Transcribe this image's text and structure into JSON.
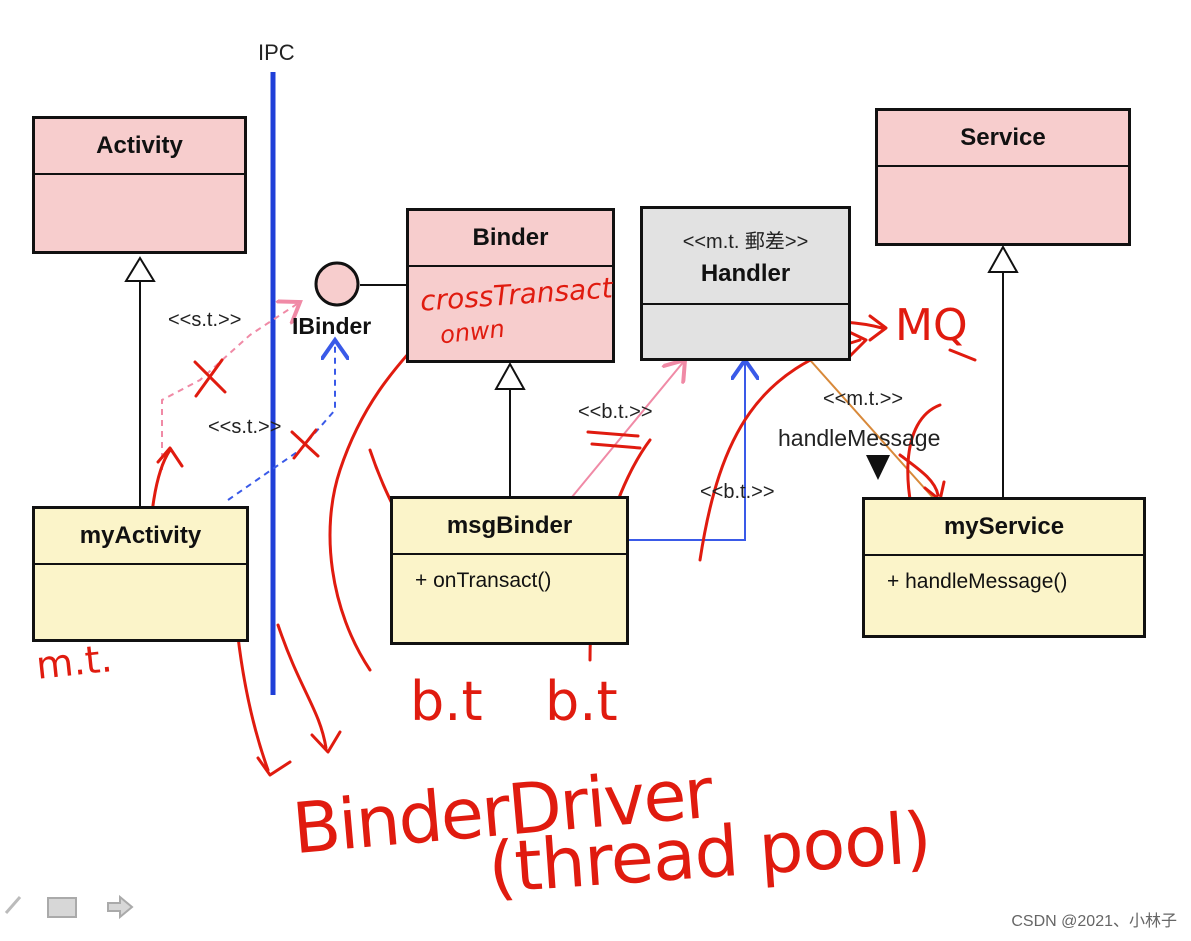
{
  "ipc_label": "IPC",
  "classes": {
    "activity": {
      "name": "Activity"
    },
    "my_activity": {
      "name": "myActivity"
    },
    "binder": {
      "name": "Binder"
    },
    "msg_binder": {
      "name": "msgBinder",
      "method": "+ onTransact()"
    },
    "handler": {
      "stereotype": "<<m.t. 郵差>>",
      "name": "Handler"
    },
    "service": {
      "name": "Service"
    },
    "my_service": {
      "name": "myService",
      "method": "+ handleMessage()"
    }
  },
  "interface": {
    "name": "IBinder"
  },
  "stereotype_labels": {
    "st_upper": "<<s.t.>>",
    "st_lower": "<<s.t.>>",
    "bt_upper": "<<b.t.>>",
    "bt_lower": "<<b.t.>>",
    "mt": "<<m.t.>>"
  },
  "handle_message_label": "handleMessage",
  "handwritten": {
    "cross_transact": "crossTransact",
    "onwn": "onwn",
    "mq": "MQ",
    "mt": "m.t.",
    "bt_left": "b.t",
    "bt_right": "b.t",
    "binder_driver": "BinderDriver",
    "thread_pool": "(thread pool)"
  },
  "watermark": "CSDN @2021、小林子",
  "colors": {
    "ipc_line": "#1f3fd8",
    "ink": "#e01b0f",
    "pink_box": "#f7cdcd",
    "yellow_box": "#fbf4c9",
    "gray_box": "#e2e2e2"
  }
}
